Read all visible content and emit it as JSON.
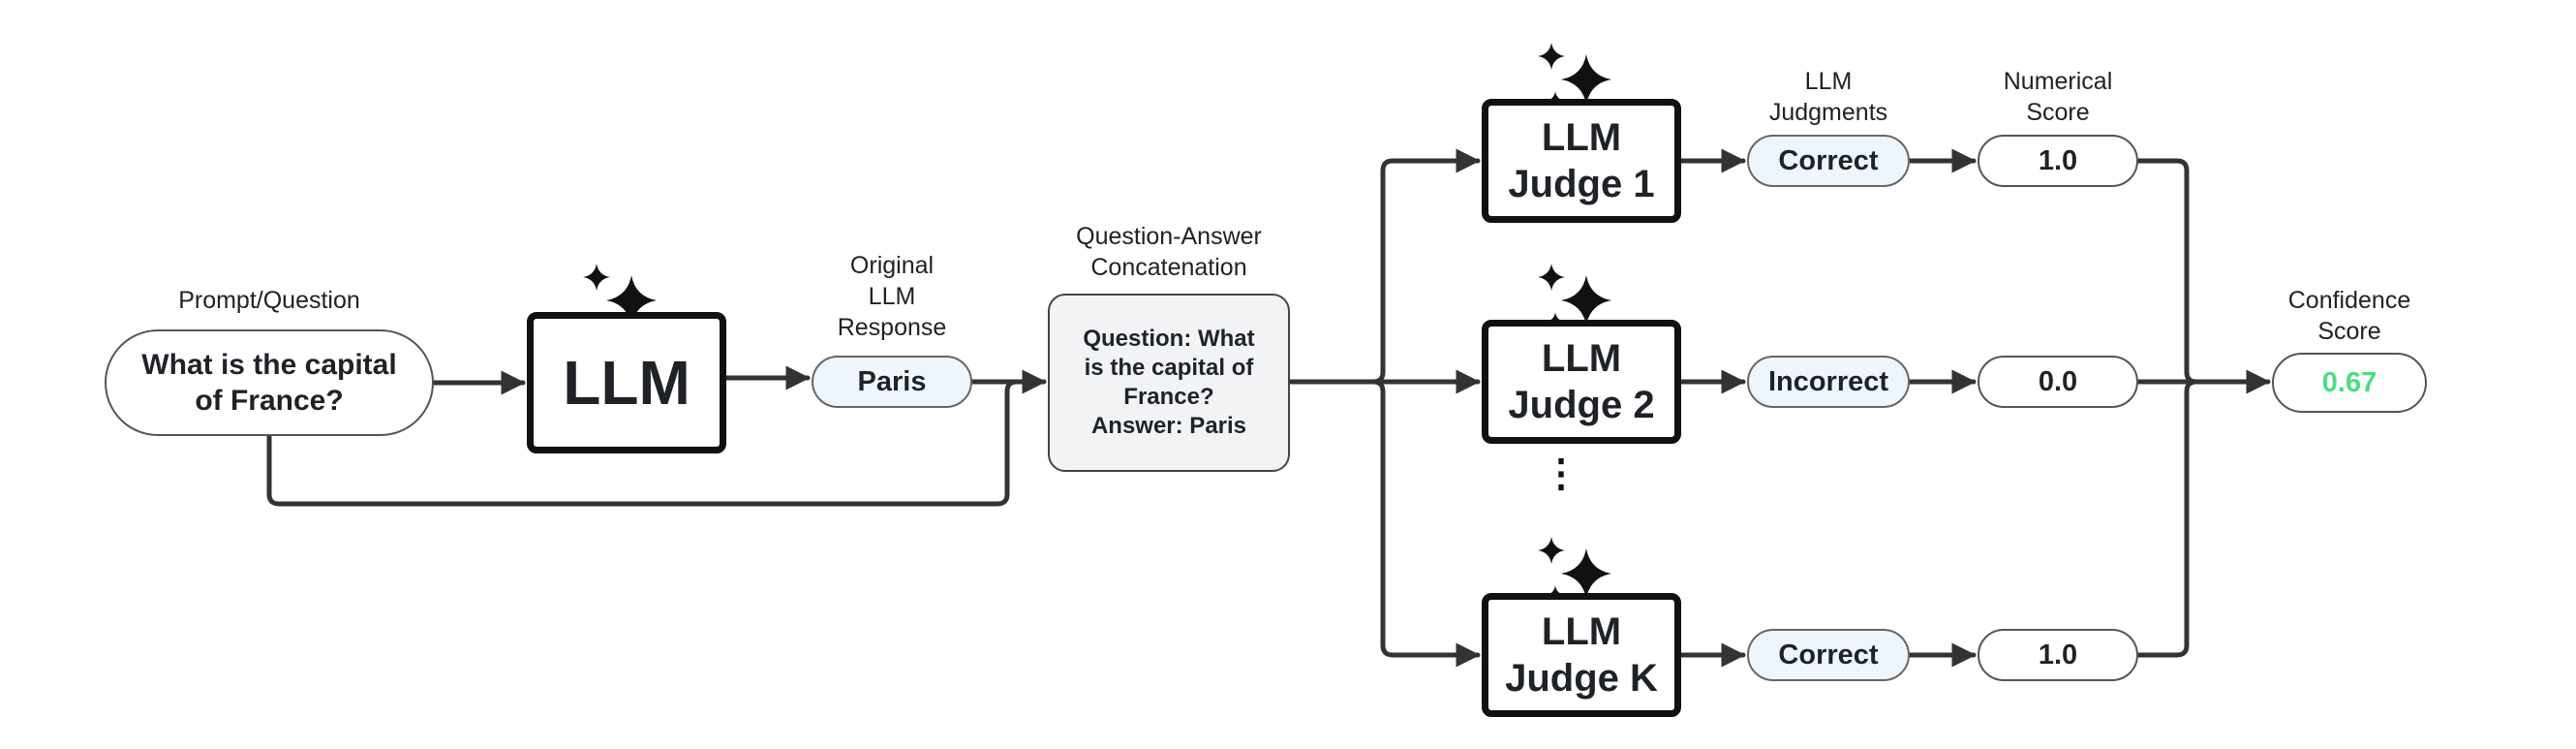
{
  "labels": {
    "prompt_question": "Prompt/Question",
    "original_response": [
      "Original",
      "LLM",
      "Response"
    ],
    "qa_concat": [
      "Question-Answer",
      "Concatenation"
    ],
    "llm_judgments": [
      "LLM",
      "Judgments"
    ],
    "numerical_score": [
      "Numerical",
      "Score"
    ],
    "confidence_score": [
      "Confidence",
      "Score"
    ]
  },
  "prompt": {
    "text": [
      "What is the capital",
      "of France?"
    ]
  },
  "llm": {
    "label": "LLM"
  },
  "response": {
    "text": "Paris"
  },
  "qa_box": {
    "text": [
      "Question: What",
      "is the capital of",
      "France?",
      "Answer: Paris"
    ]
  },
  "judges": [
    {
      "line1": "LLM",
      "line2": "Judge 1",
      "judgment": "Correct",
      "score": "1.0"
    },
    {
      "line1": "LLM",
      "line2": "Judge 2",
      "judgment": "Incorrect",
      "score": "0.0"
    },
    {
      "line1": "LLM",
      "line2": "Judge K",
      "judgment": "Correct",
      "score": "1.0"
    }
  ],
  "ellipsis": "⋮",
  "confidence": {
    "value": "0.67",
    "color": "#4ade80"
  },
  "icons": {
    "sparkle": "sparkle-icon"
  }
}
